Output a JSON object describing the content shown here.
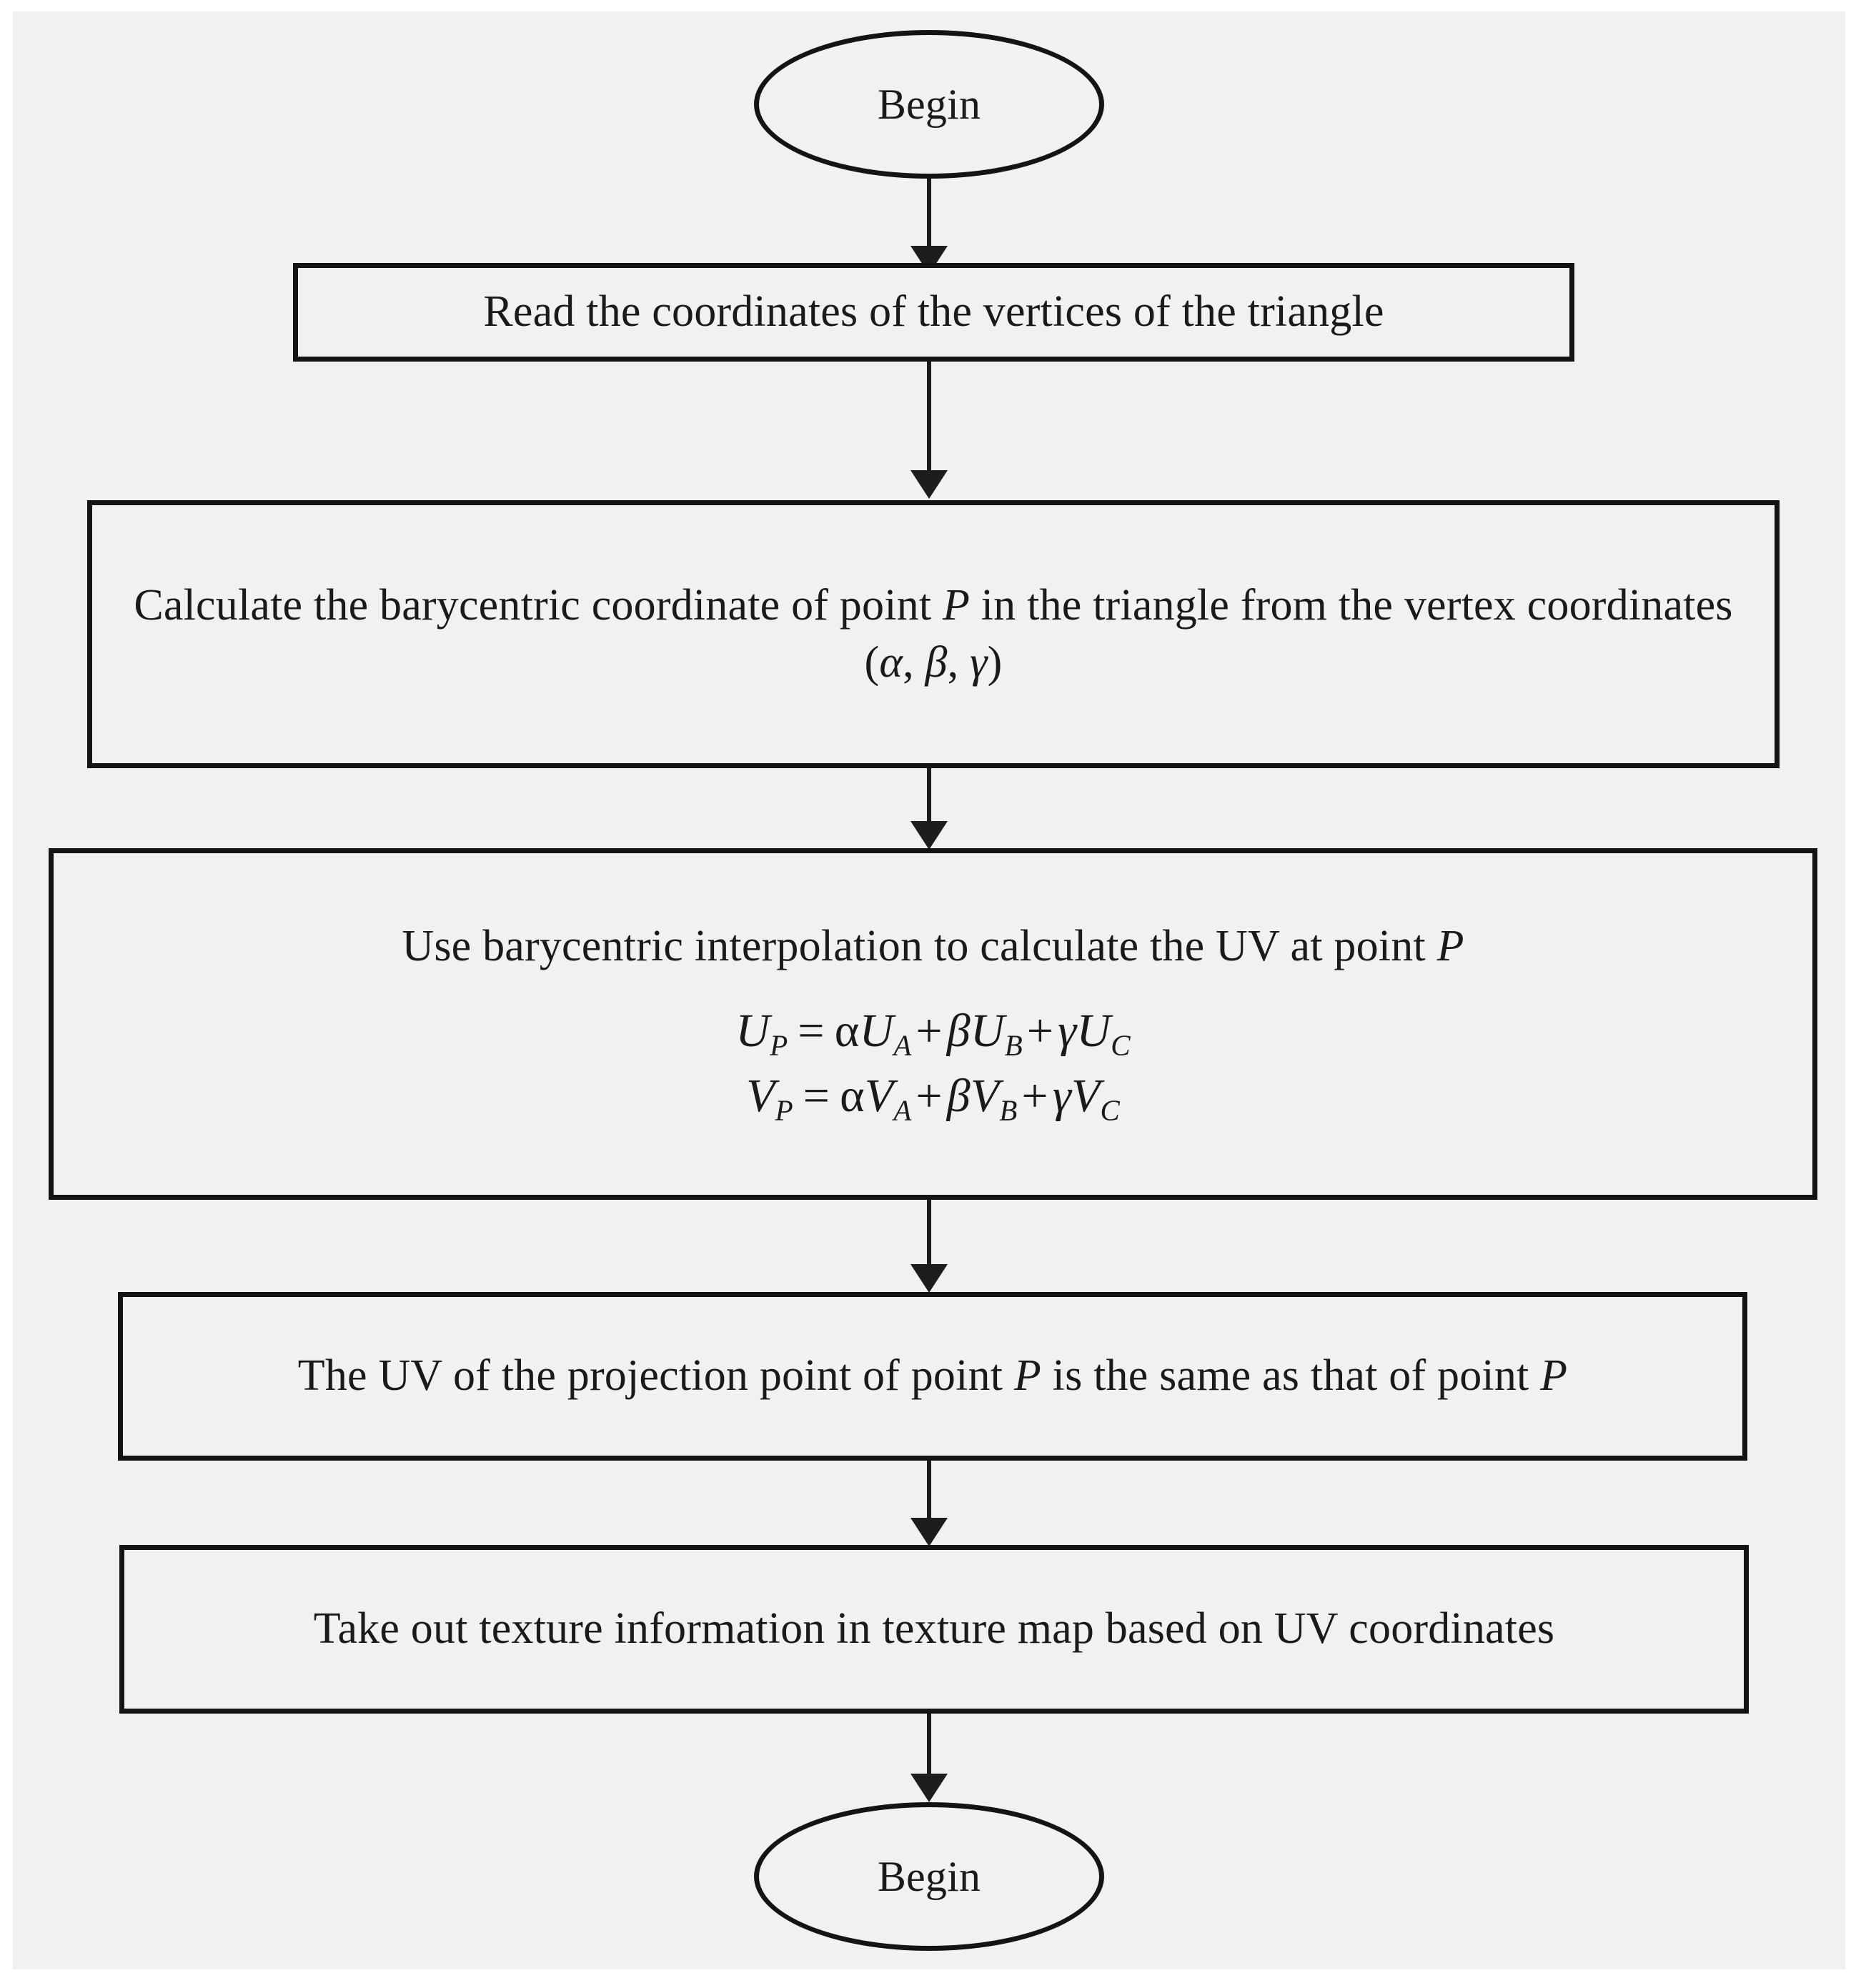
{
  "diagram": {
    "title": "UV texture mapping flowchart",
    "background_color": "#f1f1f1",
    "page_color": "#ffffff",
    "line_color": "#141414",
    "text_color": "#1a1a1a",
    "nodes": [
      {
        "id": "start",
        "shape": "ellipse",
        "label": "Begin"
      },
      {
        "id": "read-vertices",
        "shape": "rectangle",
        "label": "Read the coordinates of the vertices of the triangle"
      },
      {
        "id": "barycentric",
        "shape": "rectangle",
        "label_part_1": "Calculate the barycentric coordinate of point ",
        "label_italic_1": "P",
        "label_part_2": " in the triangle from the vertex coordinates (",
        "greek_alpha": "α",
        "sep_1": ", ",
        "greek_beta": "β",
        "sep_2": ", ",
        "greek_gamma": "γ",
        "label_part_3": ")"
      },
      {
        "id": "interpolate-uv",
        "shape": "rectangle",
        "lead_part_1": "Use barycentric interpolation to calculate the UV at point ",
        "lead_italic_1": "P",
        "formula_u": {
          "lhs_var": "U",
          "lhs_sub": "P",
          "eq": "=",
          "t1_coef": "α",
          "t1_var": "U",
          "t1_sub": "A",
          "op1": "+",
          "t2_coef": "β",
          "t2_var": "U",
          "t2_sub": "B",
          "op2": "+",
          "t3_coef": "γ",
          "t3_var": "U",
          "t3_sub": "C"
        },
        "formula_v": {
          "lhs_var": "V",
          "lhs_sub": "P",
          "eq": "=",
          "t1_coef": "α",
          "t1_var": "V",
          "t1_sub": "A",
          "op1": "+",
          "t2_coef": "β",
          "t2_var": "V",
          "t2_sub": "B",
          "op2": "+",
          "t3_coef": "γ",
          "t3_var": "V",
          "t3_sub": "C"
        }
      },
      {
        "id": "projection-uv",
        "shape": "rectangle",
        "label_part_1": "The UV of the projection point of point ",
        "label_italic_1": "P",
        "label_part_2": " is the same as that of point ",
        "label_italic_2": "P"
      },
      {
        "id": "sample-texture",
        "shape": "rectangle",
        "label": "Take out texture information in texture map based on UV coordinates"
      },
      {
        "id": "end",
        "shape": "ellipse",
        "label": "Begin"
      }
    ],
    "edges": [
      {
        "from": "start",
        "to": "read-vertices"
      },
      {
        "from": "read-vertices",
        "to": "barycentric"
      },
      {
        "from": "barycentric",
        "to": "interpolate-uv"
      },
      {
        "from": "interpolate-uv",
        "to": "projection-uv"
      },
      {
        "from": "projection-uv",
        "to": "sample-texture"
      },
      {
        "from": "sample-texture",
        "to": "end"
      }
    ]
  }
}
